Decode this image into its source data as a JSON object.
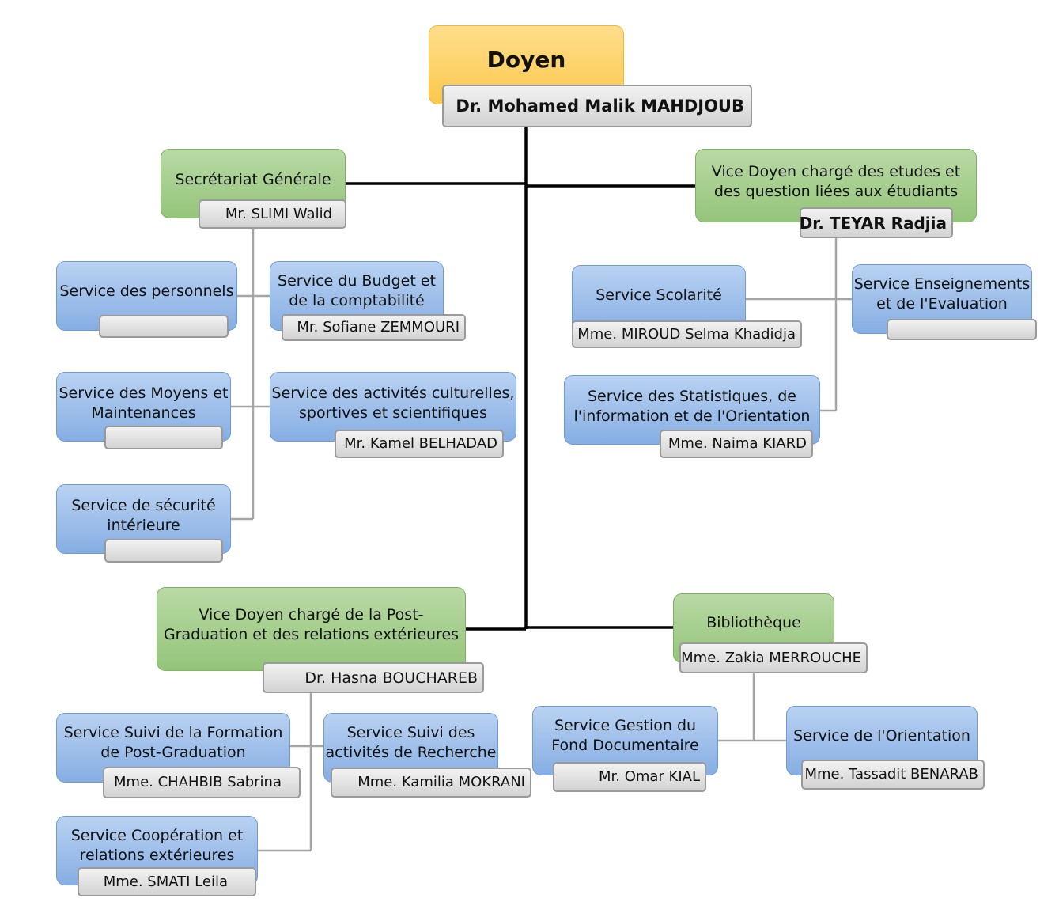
{
  "dean": {
    "title": "Doyen",
    "name": "Dr.  Mohamed Malik MAHDJOUB"
  },
  "secretariat": {
    "title": "Secrétariat Générale",
    "name": "Mr. SLIMI Walid",
    "services": [
      {
        "title": "Service des personnels",
        "name": ""
      },
      {
        "title": "Service du Budget et\nde la comptabilité",
        "name": "Mr. Sofiane ZEMMOURI"
      },
      {
        "title": "Service des Moyens et\nMaintenances",
        "name": ""
      },
      {
        "title": "Service des activités culturelles,\nsportives et scientifiques",
        "name": "Mr. Kamel BELHADAD"
      },
      {
        "title": "Service de sécurité\nintérieure",
        "name": ""
      }
    ]
  },
  "vd_etudes": {
    "title": "Vice Doyen chargé des etudes et\ndes question liées aux étudiants",
    "name": "Dr. TEYAR Radjia",
    "services": [
      {
        "title": "Service Scolarité",
        "name": "Mme. MIROUD Selma Khadidja"
      },
      {
        "title": "Service Enseignements\net de l'Evaluation",
        "name": ""
      },
      {
        "title": "Service des Statistiques, de\nl'information et de l'Orientation",
        "name": "Mme. Naima KIARD"
      }
    ]
  },
  "vd_postgrad": {
    "title": "Vice Doyen chargé de la Post-\nGraduation et des relations extérieures",
    "name": "Dr. Hasna BOUCHAREB",
    "services": [
      {
        "title": "Service Suivi de la Formation\nde Post-Graduation",
        "name": "Mme. CHAHBIB Sabrina"
      },
      {
        "title": "Service Suivi des\nactivités de Recherche",
        "name": "Mme. Kamilia MOKRANI"
      },
      {
        "title": "Service Coopération et\nrelations extérieures",
        "name": "Mme. SMATI Leila"
      }
    ]
  },
  "bibliotheque": {
    "title": "Bibliothèque",
    "name": "Mme. Zakia MERROUCHE",
    "services": [
      {
        "title": "Service Gestion du\nFond Documentaire",
        "name": "Mr. Omar KIAL"
      },
      {
        "title": "Service de l'Orientation",
        "name": "Mme. Tassadit BENARAB"
      }
    ]
  },
  "colors": {
    "dean": "#fbc84c",
    "department": "#94c57a",
    "service": "#86aee3",
    "name_plate": "#d3d3d3",
    "main_line": "#000000",
    "branch_line": "#a6a6a6"
  }
}
